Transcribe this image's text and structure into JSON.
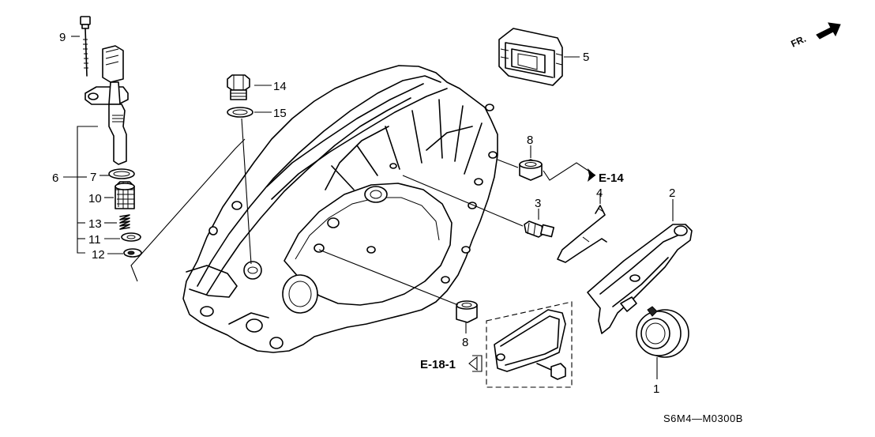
{
  "diagram": {
    "callouts": {
      "n1": "1",
      "n2": "2",
      "n3": "3",
      "n4": "4",
      "n5": "5",
      "n6": "6",
      "n7": "7",
      "n8a": "8",
      "n8b": "8",
      "n9": "9",
      "n10": "10",
      "n11": "11",
      "n12": "12",
      "n13": "13",
      "n14": "14",
      "n15": "15"
    },
    "references": {
      "e14": "E-14",
      "e181": "E-18-1"
    },
    "front_indicator": "FR.",
    "diagram_code": "S6M4—M0300B"
  }
}
